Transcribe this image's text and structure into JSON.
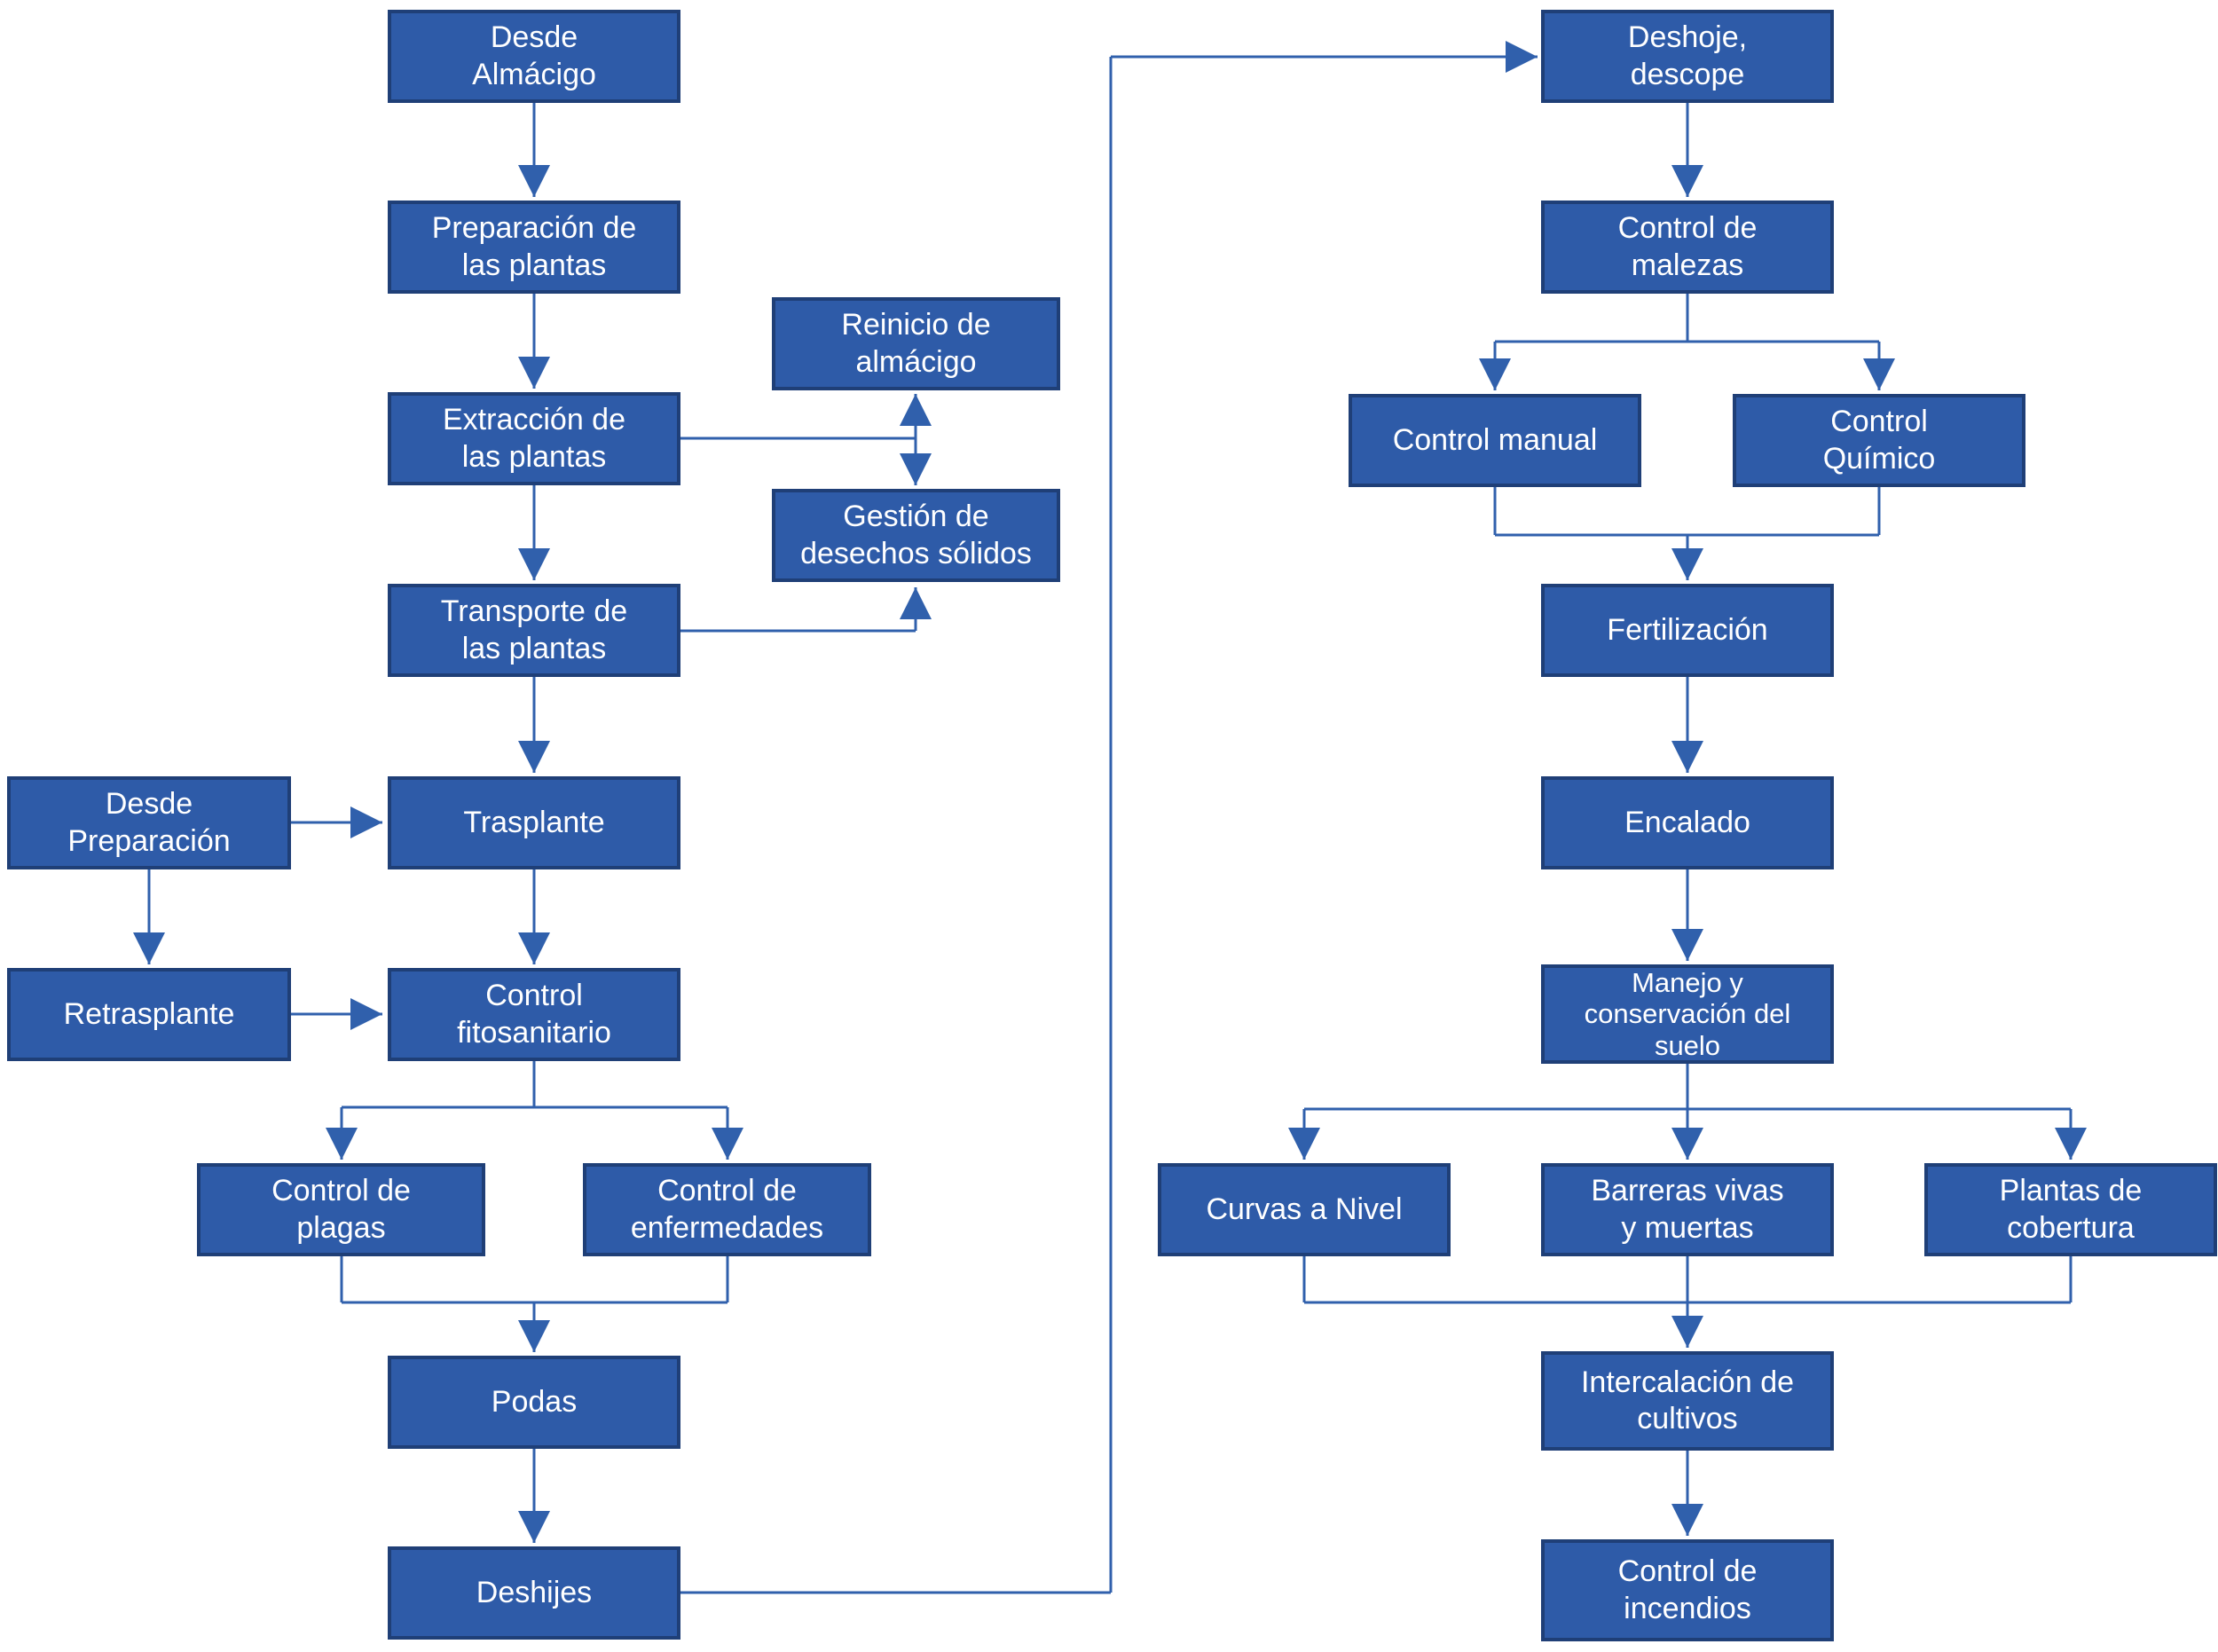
{
  "diagram": {
    "language": "es",
    "colors": {
      "node_fill": "#2E5BA8",
      "node_border": "#1F3F77",
      "connector": "#3060AC",
      "text": "#FFFFFF",
      "background": "#FFFFFF"
    },
    "nodes": [
      {
        "id": "desde-almacigo",
        "label": "Desde\nAlmácigo"
      },
      {
        "id": "preparacion-plantas",
        "label": "Preparación de\nlas plantas"
      },
      {
        "id": "extraccion-plantas",
        "label": "Extracción de\nlas plantas"
      },
      {
        "id": "transporte-plantas",
        "label": "Transporte de\nlas plantas"
      },
      {
        "id": "trasplante",
        "label": "Trasplante"
      },
      {
        "id": "control-fitosanitario",
        "label": "Control\nfitosanitario"
      },
      {
        "id": "podas",
        "label": "Podas"
      },
      {
        "id": "deshijes",
        "label": "Deshijes"
      },
      {
        "id": "desde-preparacion",
        "label": "Desde\nPreparación"
      },
      {
        "id": "retrasplante",
        "label": "Retrasplante"
      },
      {
        "id": "reinicio-almacigo",
        "label": "Reinicio de\nalmácigo"
      },
      {
        "id": "gestion-desechos",
        "label": "Gestión de\ndesechos sólidos"
      },
      {
        "id": "control-plagas",
        "label": "Control de\nplagas"
      },
      {
        "id": "control-enfermedades",
        "label": "Control de\nenfermedades"
      },
      {
        "id": "deshoje-descope",
        "label": "Deshoje,\ndescope"
      },
      {
        "id": "control-malezas",
        "label": "Control de\nmalezas"
      },
      {
        "id": "control-manual",
        "label": "Control manual"
      },
      {
        "id": "control-quimico",
        "label": "Control\nQuímico"
      },
      {
        "id": "fertilizacion",
        "label": "Fertilización"
      },
      {
        "id": "encalado",
        "label": "Encalado"
      },
      {
        "id": "manejo-conservacion-suelo",
        "label": "Manejo y\nconservación del\nsuelo"
      },
      {
        "id": "curvas-a-nivel",
        "label": "Curvas a Nivel"
      },
      {
        "id": "barreras-vivas-muertas",
        "label": "Barreras vivas\ny muertas"
      },
      {
        "id": "plantas-cobertura",
        "label": "Plantas de\ncobertura"
      },
      {
        "id": "intercalacion-cultivos",
        "label": "Intercalación de\ncultivos"
      },
      {
        "id": "control-incendios",
        "label": "Control de\nincendios"
      }
    ],
    "edges": [
      {
        "from": "desde-almacigo",
        "to": "preparacion-plantas"
      },
      {
        "from": "preparacion-plantas",
        "to": "extraccion-plantas"
      },
      {
        "from": "extraccion-plantas",
        "to": "transporte-plantas"
      },
      {
        "from": "extraccion-plantas",
        "to": "reinicio-almacigo"
      },
      {
        "from": "extraccion-plantas",
        "to": "gestion-desechos"
      },
      {
        "from": "transporte-plantas",
        "to": "gestion-desechos"
      },
      {
        "from": "transporte-plantas",
        "to": "trasplante"
      },
      {
        "from": "desde-preparacion",
        "to": "trasplante"
      },
      {
        "from": "desde-preparacion",
        "to": "retrasplante"
      },
      {
        "from": "retrasplante",
        "to": "control-fitosanitario"
      },
      {
        "from": "trasplante",
        "to": "control-fitosanitario"
      },
      {
        "from": "control-fitosanitario",
        "to": "control-plagas"
      },
      {
        "from": "control-fitosanitario",
        "to": "control-enfermedades"
      },
      {
        "from": "control-plagas",
        "to": "podas"
      },
      {
        "from": "control-enfermedades",
        "to": "podas"
      },
      {
        "from": "podas",
        "to": "deshijes"
      },
      {
        "from": "deshijes",
        "to": "deshoje-descope"
      },
      {
        "from": "deshoje-descope",
        "to": "control-malezas"
      },
      {
        "from": "control-malezas",
        "to": "control-manual"
      },
      {
        "from": "control-malezas",
        "to": "control-quimico"
      },
      {
        "from": "control-manual",
        "to": "fertilizacion"
      },
      {
        "from": "control-quimico",
        "to": "fertilizacion"
      },
      {
        "from": "fertilizacion",
        "to": "encalado"
      },
      {
        "from": "encalado",
        "to": "manejo-conservacion-suelo"
      },
      {
        "from": "manejo-conservacion-suelo",
        "to": "curvas-a-nivel"
      },
      {
        "from": "manejo-conservacion-suelo",
        "to": "barreras-vivas-muertas"
      },
      {
        "from": "manejo-conservacion-suelo",
        "to": "plantas-cobertura"
      },
      {
        "from": "curvas-a-nivel",
        "to": "intercalacion-cultivos"
      },
      {
        "from": "barreras-vivas-muertas",
        "to": "intercalacion-cultivos"
      },
      {
        "from": "plantas-cobertura",
        "to": "intercalacion-cultivos"
      },
      {
        "from": "intercalacion-cultivos",
        "to": "control-incendios"
      }
    ]
  }
}
